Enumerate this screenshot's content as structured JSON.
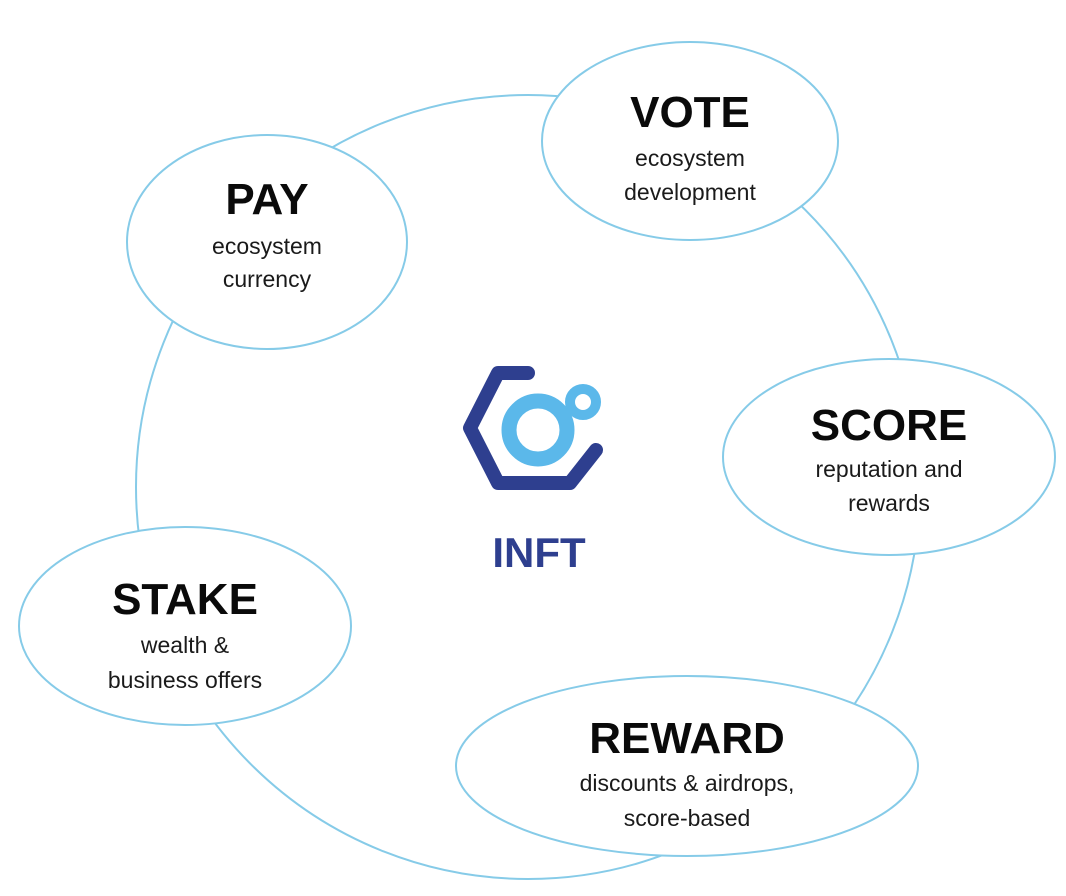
{
  "colors": {
    "ring": "#86cbe8",
    "logo_dark": "#2e3f8f",
    "logo_light": "#5bb8ea",
    "center_text": "#2e3f8f"
  },
  "center": {
    "label": "INFT",
    "icon": "inft-logo-icon"
  },
  "nodes": [
    {
      "id": "pay",
      "title": "PAY",
      "lines": [
        "ecosystem",
        "currency"
      ]
    },
    {
      "id": "vote",
      "title": "VOTE",
      "lines": [
        "ecosystem",
        "development"
      ]
    },
    {
      "id": "score",
      "title": "SCORE",
      "lines": [
        "reputation and",
        "rewards"
      ]
    },
    {
      "id": "reward",
      "title": "REWARD",
      "lines": [
        "discounts & airdrops,",
        "score-based"
      ]
    },
    {
      "id": "stake",
      "title": "STAKE",
      "lines": [
        "wealth &",
        "business offers"
      ]
    }
  ]
}
